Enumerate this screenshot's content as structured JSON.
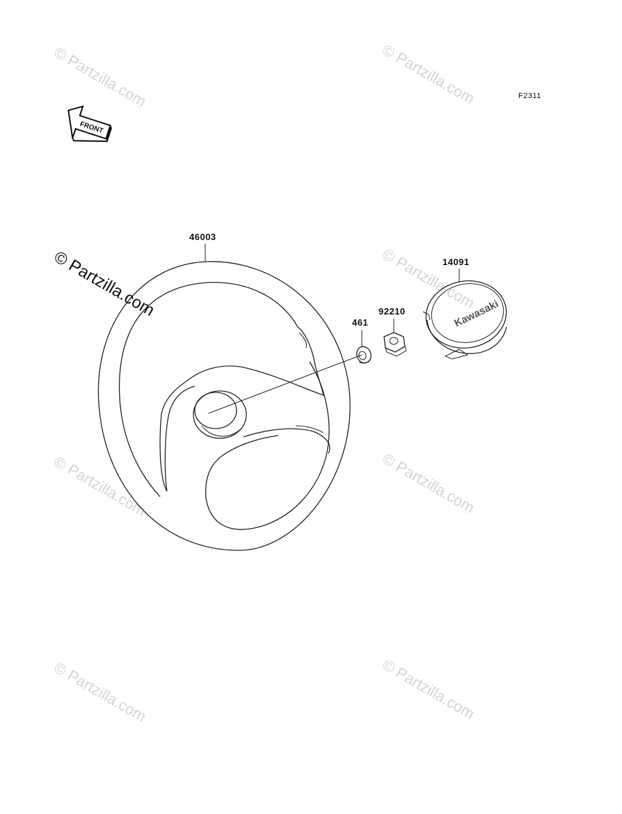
{
  "figure_code": "F2311",
  "front_label": "FRONT",
  "watermark": {
    "text": "© Partzilla.com"
  },
  "parts": [
    {
      "number": "46003",
      "name": "steering-wheel"
    },
    {
      "number": "461",
      "name": "washer"
    },
    {
      "number": "92210",
      "name": "nut"
    },
    {
      "number": "14091",
      "name": "cap"
    }
  ],
  "cap_logo": "Kawasaki",
  "colors": {
    "line": "#222222",
    "watermark": "#d4d4d4"
  }
}
